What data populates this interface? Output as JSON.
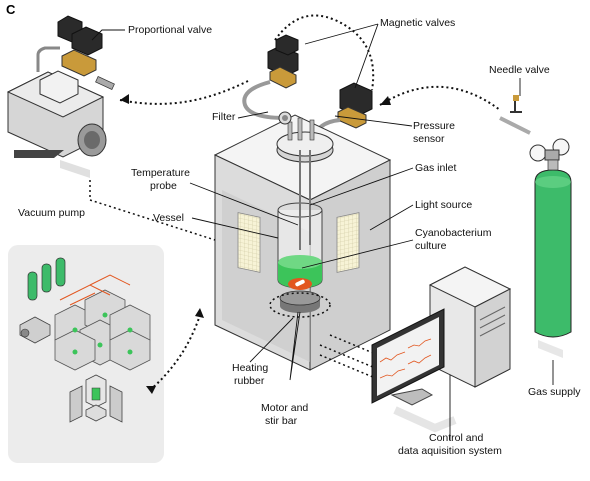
{
  "panel_letter": "C",
  "labels": {
    "proportional_valve": "Proportional valve",
    "magnetic_valves": "Magnetic valves",
    "needle_valve": "Needle valve",
    "filter": "Filter",
    "pressure_sensor_1": "Pressure",
    "pressure_sensor_2": "sensor",
    "temperature_probe_1": "Temperature",
    "temperature_probe_2": "probe",
    "gas_inlet": "Gas inlet",
    "vessel": "Vessel",
    "light_source": "Light source",
    "cyanobacterium_1": "Cyanobacterium",
    "cyanobacterium_2": "culture",
    "vacuum_pump": "Vacuum pump",
    "heating_rubber_1": "Heating",
    "heating_rubber_2": "rubber",
    "motor_1": "Motor and",
    "motor_2": "stir bar",
    "control_1": "Control and",
    "control_2": "data aquisition system",
    "gas_supply": "Gas supply"
  },
  "colors": {
    "gas_cylinder": "#3dbb6a",
    "culture": "#3cc45a",
    "heater": "#e2561f",
    "valve_body": "#2a2a2a",
    "brass": "#c99a3a",
    "inset_bg": "#ececec",
    "cabinet": "#dadada"
  }
}
